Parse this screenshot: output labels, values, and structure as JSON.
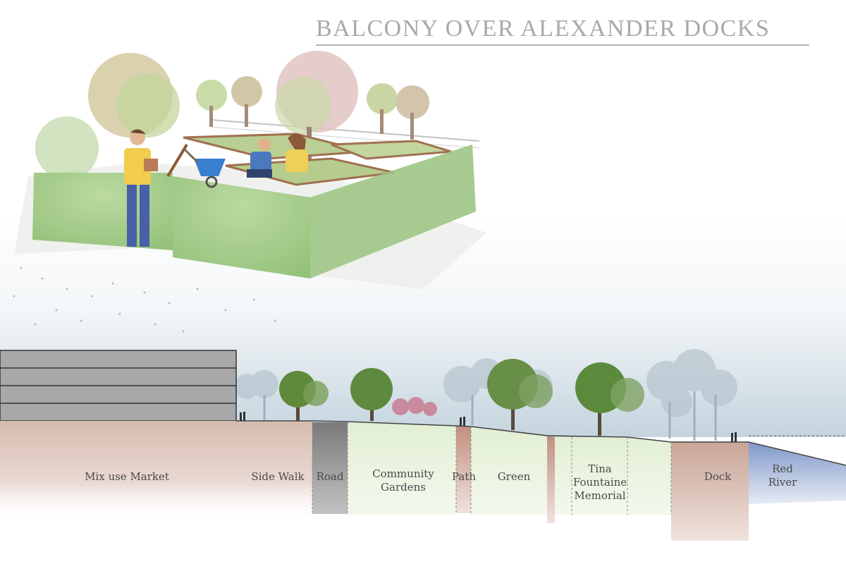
{
  "title": "BALCONY OVER ALEXANDER DOCKS",
  "colors": {
    "sky_top": "#ffffff",
    "sky_bottom": "#c9d8e2",
    "market_ground": "#dcc2b7",
    "road": "#8a8a8a",
    "green_zone": "#e6f2d8",
    "path": "#c89c8e",
    "dock": "#c9a79a",
    "river": "#8fa5d0",
    "building": "#a7a7a7",
    "tree_green": "#5d8a3e",
    "tree_blue": "#9fb2bf",
    "hedge": "#a9cf8c"
  },
  "zones": {
    "market": "Mix use Market",
    "sidewalk": "Side Walk",
    "road": "Road",
    "gardens": "Community\nGardens",
    "path": "Path",
    "green": "Green",
    "memorial": "Tina\nFountaine\nMemorial",
    "dock": "Dock",
    "river": "Red\nRiver"
  }
}
